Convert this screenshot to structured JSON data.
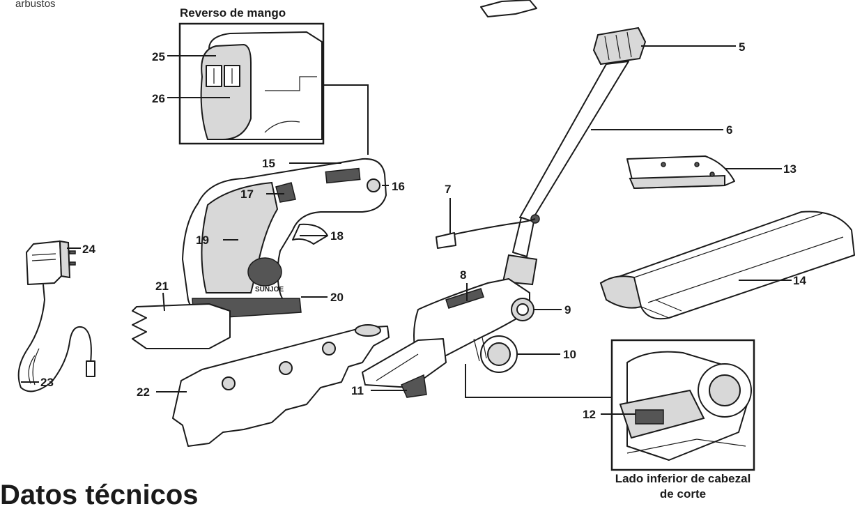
{
  "page_top_text": "arbustos",
  "inset_handle_caption": "Reverso de mango",
  "inset_head_caption_line1": "Lado inferior de cabezal",
  "inset_head_caption_line2": "de corte",
  "section_heading": "Datos técnicos",
  "callouts": {
    "n5": "5",
    "n6": "6",
    "n7": "7",
    "n8": "8",
    "n9": "9",
    "n10": "10",
    "n11": "11",
    "n12": "12",
    "n13": "13",
    "n14": "14",
    "n15": "15",
    "n16": "16",
    "n17": "17",
    "n18": "18",
    "n19": "19",
    "n20": "20",
    "n21": "21",
    "n22": "22",
    "n23": "23",
    "n24": "24",
    "n25": "25",
    "n26": "26"
  },
  "brand_logo_text": "SUNJOE"
}
